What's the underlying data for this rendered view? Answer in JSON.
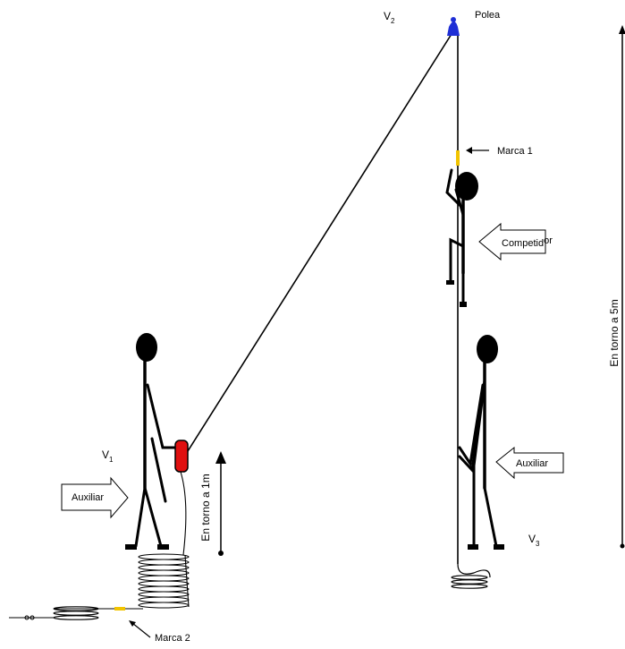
{
  "labels": {
    "v1": "V",
    "v1_sub": "1",
    "v2": "V",
    "v2_sub": "2",
    "v3": "V",
    "v3_sub": "3",
    "polea": "Polea",
    "marca1": "Marca 1",
    "marca2": "Marca 2",
    "competidor_main": "Competid",
    "competidor_tail": "or",
    "auxiliar_left": "Auxiliar",
    "auxiliar_right": "Auxiliar",
    "dim_1m": "En torno a 1m",
    "dim_5m": "En torno a 5m"
  },
  "colors": {
    "pulley": "#1f2fd6",
    "belay_device": "#e01010",
    "marks": "#f2c400",
    "ink": "#000000"
  },
  "icons": {
    "pulley": "pulley-icon",
    "belay_device": "belay-device-icon",
    "arrow": "block-arrow-icon"
  }
}
